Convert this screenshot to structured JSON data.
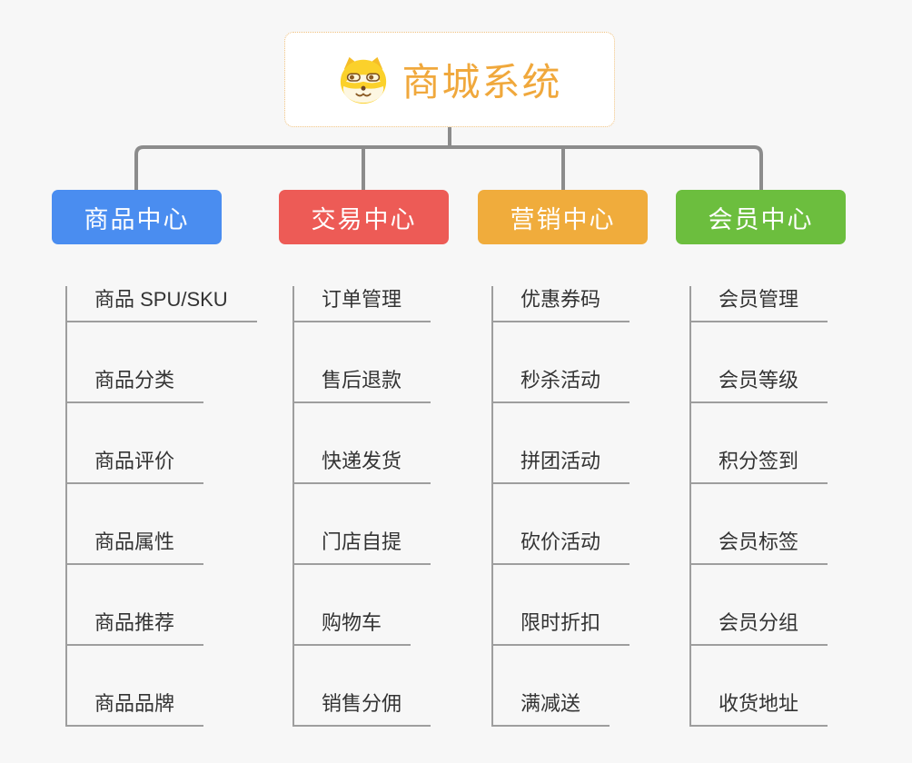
{
  "background_color": "#f7f7f7",
  "connector_color": "#8c8c8c",
  "line_color": "#9e9e9e",
  "root": {
    "title": "商城系统",
    "icon": "dog-icon",
    "text_color": "#f0a83c",
    "border_color": "#efc07d"
  },
  "columns": [
    {
      "title": "商品中心",
      "color": "#4a8df0",
      "items": [
        "商品 SPU/SKU",
        "商品分类",
        "商品评价",
        "商品属性",
        "商品推荐",
        "商品品牌"
      ]
    },
    {
      "title": "交易中心",
      "color": "#ed5b56",
      "items": [
        "订单管理",
        "售后退款",
        "快递发货",
        "门店自提",
        "购物车",
        "销售分佣"
      ]
    },
    {
      "title": "营销中心",
      "color": "#f0ac3c",
      "items": [
        "优惠券码",
        "秒杀活动",
        "拼团活动",
        "砍价活动",
        "限时折扣",
        "满减送"
      ]
    },
    {
      "title": "会员中心",
      "color": "#6cbe3e",
      "items": [
        "会员管理",
        "会员等级",
        "积分签到",
        "会员标签",
        "会员分组",
        "收货地址"
      ]
    }
  ]
}
